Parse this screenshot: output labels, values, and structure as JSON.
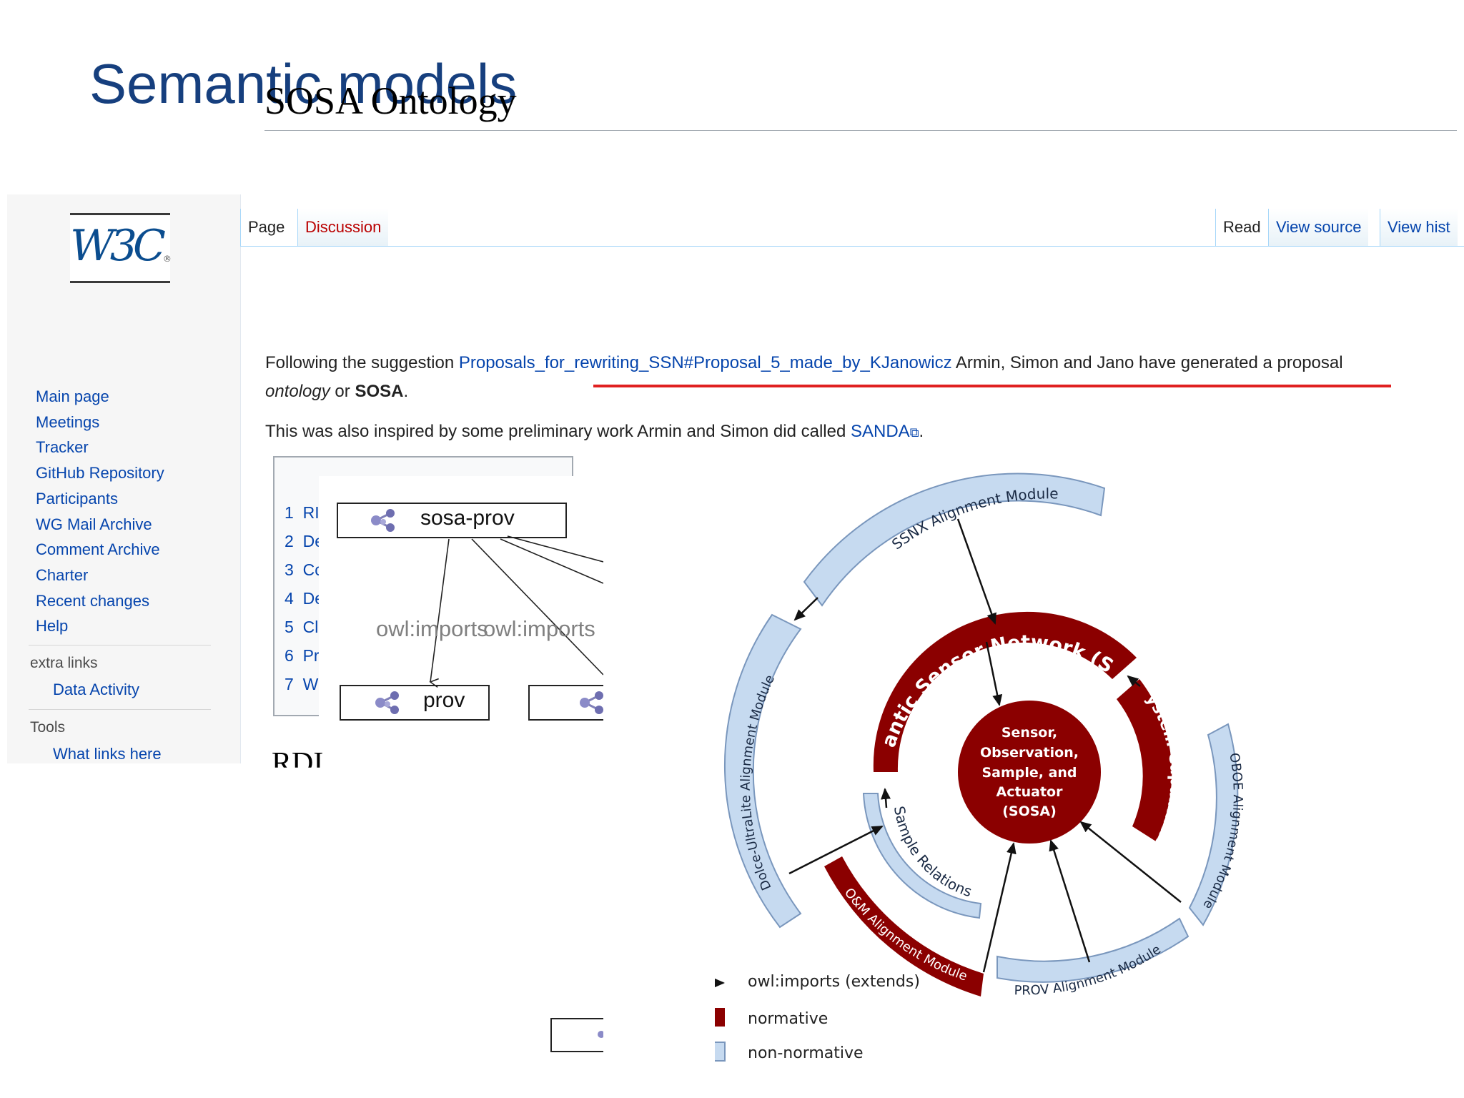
{
  "slide": {
    "title": "Semantic models"
  },
  "wiki": {
    "logo_text": "W3C",
    "logo_mark": "®",
    "tabs_left": [
      "Page",
      "Discussion"
    ],
    "tabs_right": [
      "Read",
      "View source",
      "View hist"
    ],
    "nav_items": [
      "Main page",
      "Meetings",
      "Tracker",
      "GitHub Repository",
      "Participants",
      "WG Mail Archive",
      "Comment Archive",
      "Charter",
      "Recent changes",
      "Help"
    ],
    "extra_links": {
      "title": "extra links",
      "items": [
        "Data Activity"
      ]
    },
    "tools": {
      "title": "Tools",
      "items": [
        "What links here"
      ]
    },
    "page_title": "SOSA Ontology",
    "para1": {
      "prefix": "Following the suggestion ",
      "link": "Proposals_for_rewriting_SSN#Proposal_5_made_by_KJanowicz",
      "suffix": " Armin, Simon and Jano have generated a proposal",
      "line2_italic": "ontology",
      "line2_mid": " or ",
      "line2_bold": "SOSA",
      "line2_end": "."
    },
    "para2": {
      "prefix": "This was also inspired by some preliminary work Armin and Simon did called ",
      "link": "SANDA",
      "suffix": "."
    },
    "toc": {
      "title": "Contents [hide]",
      "items": [
        {
          "num": "1",
          "text": "RI"
        },
        {
          "num": "2",
          "text": "De"
        },
        {
          "num": "3",
          "text": "Cc"
        },
        {
          "num": "4",
          "text": "De"
        },
        {
          "num": "5",
          "text": "Cl"
        },
        {
          "num": "6",
          "text": "Pr"
        },
        {
          "num": "7",
          "text": "W"
        }
      ]
    },
    "section_heading_stub": "RDI"
  },
  "import_graph": {
    "nodes": [
      "sosa-prov",
      "prov"
    ],
    "edge_label": "owl:imports",
    "edge_label_2": "owl:imports"
  },
  "ssn_diagram": {
    "modules": {
      "core": [
        "Sensor,",
        "Observation,",
        "Sample, and",
        "Actuator",
        "(SOSA)"
      ],
      "ssn": "Semantic Sensor Network (SSN)",
      "system_capabilities": "System Capabilities",
      "sample_relations": "Sample Relations",
      "ssnx": "SSNX Alignment Module",
      "dolce": "Dolce-UltraLite Alignment Module",
      "oboe": "OBOE Alignment Module",
      "prov": "PROV Alignment Module",
      "om": "O&M Alignment Module"
    },
    "legend": [
      {
        "key": "arrow",
        "label": "owl:imports (extends)"
      },
      {
        "key": "normative",
        "label": "normative",
        "color": "#8b0000"
      },
      {
        "key": "non-normative",
        "label": "non-normative",
        "color": "#c6daf0"
      }
    ],
    "colors": {
      "normative": "#8b0000",
      "non_normative": "#c6daf0",
      "non_normative_stroke": "#7a97bd"
    }
  }
}
